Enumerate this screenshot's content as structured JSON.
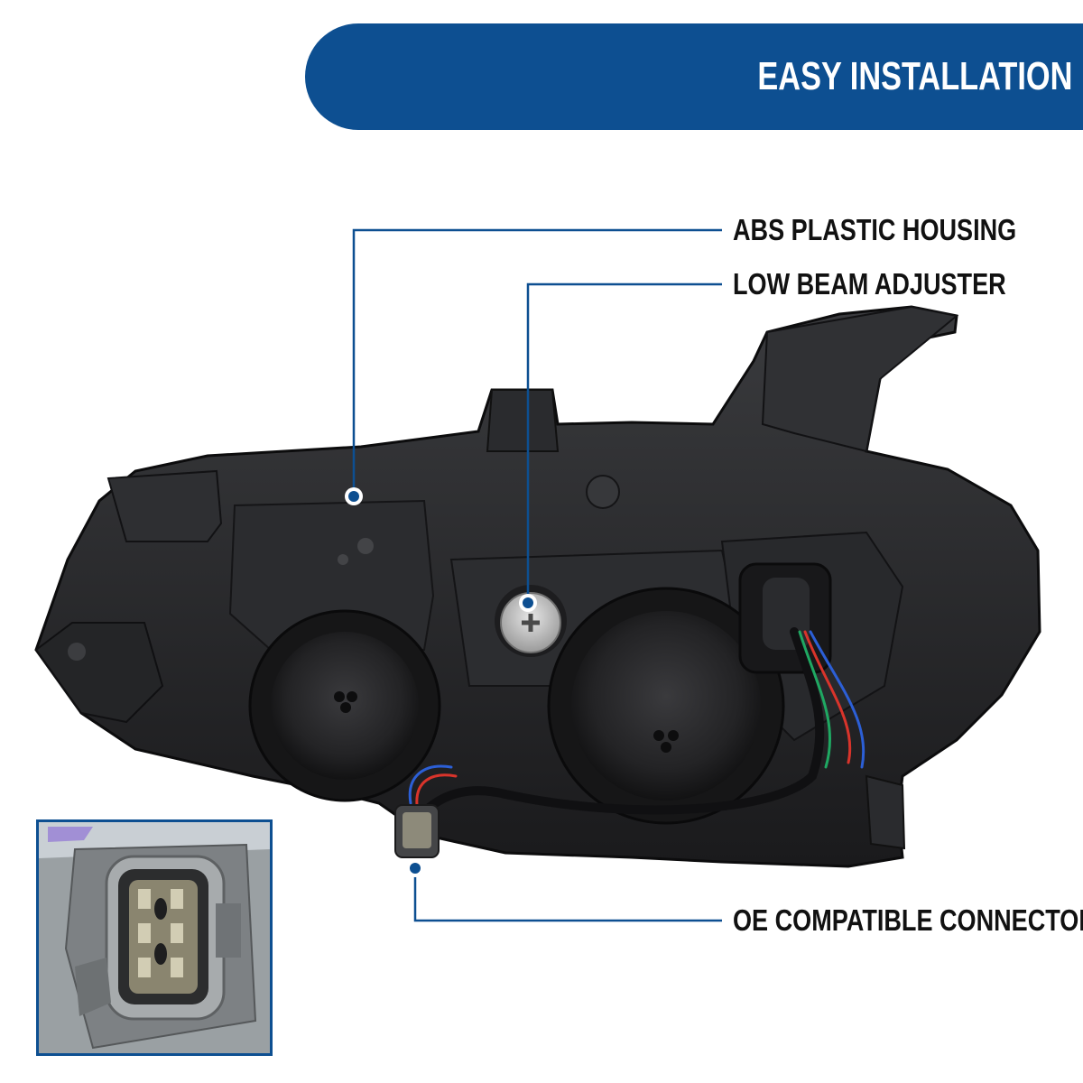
{
  "banner": {
    "title": "EASY INSTALLATION"
  },
  "callouts": {
    "housing": "ABS PLASTIC HOUSING",
    "adjuster": "LOW BEAM ADJUSTER",
    "connector": "OE COMPATIBLE CONNECTOR"
  },
  "colors": {
    "brand_blue": "#0d4f91",
    "callout_line": "#0d4f91",
    "housing_black": "#1c1c1e"
  }
}
